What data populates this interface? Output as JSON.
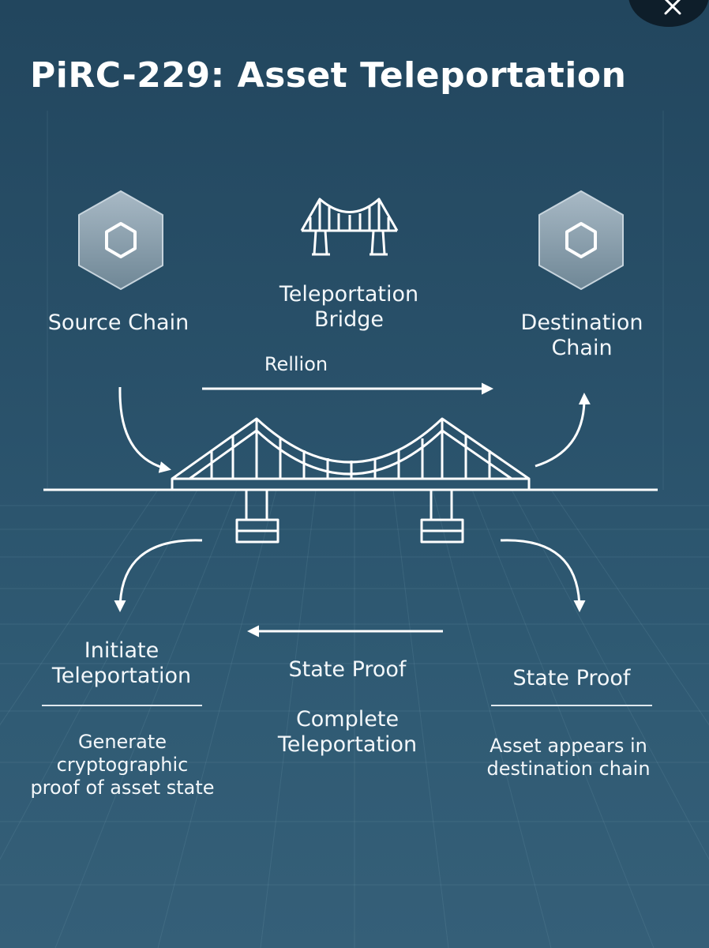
{
  "title": "PiRC-229: Asset Teleportation",
  "nodes": {
    "source_chain": "Source Chain",
    "bridge": "Teleportation\nBridge",
    "destination_chain": "Destination\nChain"
  },
  "arrow_label_top": "Rellion",
  "steps": {
    "initiate_title": "Initiate\nTeleportation",
    "initiate_desc": "Generate\ncryptographic\nproof of asset state",
    "middle_title": "State Proof",
    "middle_desc": "Complete\nTeleportation",
    "right_title": "State Proof",
    "right_desc": "Asset appears in\ndestination chain"
  },
  "icons": {
    "close": "close-icon",
    "source_chain": "hexagon-chain-icon",
    "destination_chain": "hexagon-chain-icon",
    "bridge": "suspension-bridge-icon"
  },
  "colors": {
    "background": "#2a526b",
    "line": "#ffffff",
    "hex_fill": "#8fa4b3"
  }
}
